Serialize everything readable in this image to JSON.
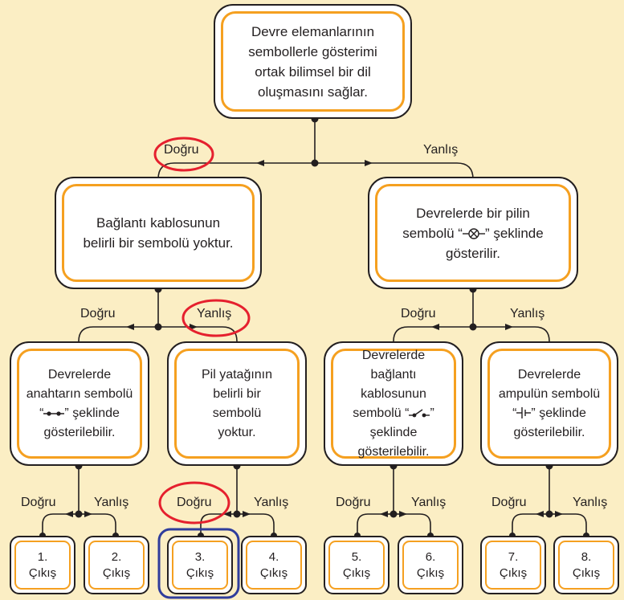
{
  "root": {
    "text": "Devre elemanlarının sembollerle gösterimi ortak bilimsel bir dil oluşmasını sağlar."
  },
  "left": {
    "text": "Bağlantı kablosunun belirli bir sembolü yoktur."
  },
  "right": {
    "text_before": "Devrelerde bir pilin sembolü “",
    "text_after": "” şeklinde gösterilir.",
    "symbol": "lamp-icon"
  },
  "ll": {
    "text_before": "Devrelerde anahtarın sembolü “",
    "text_after": "” şeklinde gösterilebilir.",
    "symbol": "wire-icon"
  },
  "lr": {
    "text": "Pil yatağının belirli bir sembolü yoktur."
  },
  "rl": {
    "text_before": "Devrelerde bağlantı kablosunun sembolü “",
    "text_after": "” şeklinde gösterilebilir.",
    "symbol": "switch-icon"
  },
  "rr": {
    "text_before": "Devrelerde ampulün sembolü “",
    "text_after": "” şeklinde gösterilebilir.",
    "symbol": "battery-icon"
  },
  "labels": {
    "root_true": "Doğru",
    "root_false": "Yanlış",
    "left_true": "Doğru",
    "left_false": "Yanlış",
    "right_true": "Doğru",
    "right_false": "Yanlış",
    "b1_true": "Doğru",
    "b1_false": "Yanlış",
    "b2_true": "Doğru",
    "b2_false": "Yanlış",
    "b3_true": "Doğru",
    "b3_false": "Yanlış",
    "b4_true": "Doğru",
    "b4_false": "Yanlış"
  },
  "outputs": [
    {
      "num": "1.",
      "word": "Çıkış"
    },
    {
      "num": "2.",
      "word": "Çıkış"
    },
    {
      "num": "3.",
      "word": "Çıkış"
    },
    {
      "num": "4.",
      "word": "Çıkış"
    },
    {
      "num": "5.",
      "word": "Çıkış"
    },
    {
      "num": "6.",
      "word": "Çıkış"
    },
    {
      "num": "7.",
      "word": "Çıkış"
    },
    {
      "num": "8.",
      "word": "Çıkış"
    }
  ],
  "colors": {
    "background": "#fbeec4",
    "box_accent": "#f5a020",
    "line": "#231f20",
    "red_mark": "#e5202e",
    "blue_mark": "#2f3d9c"
  }
}
